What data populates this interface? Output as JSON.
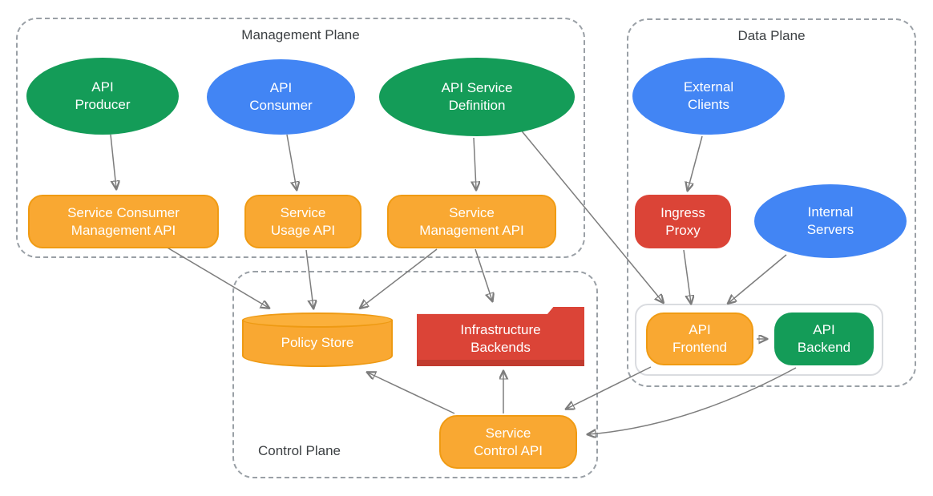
{
  "colors": {
    "green": "#149C58",
    "blue": "#4285F4",
    "red": "#DB4437",
    "orange": "#F9A832",
    "line": "#7d7d7d",
    "dash": "#9AA0A6",
    "title": "#3C4043"
  },
  "planes": {
    "management": {
      "label": "Management Plane"
    },
    "data": {
      "label": "Data Plane"
    },
    "control": {
      "label": "Control Plane"
    }
  },
  "nodes": {
    "api_producer": {
      "label": "API\nProducer",
      "shape": "ellipse",
      "color": "green"
    },
    "api_consumer": {
      "label": "API\nConsumer",
      "shape": "ellipse",
      "color": "blue"
    },
    "api_service_definition": {
      "label": "API Service\nDefinition",
      "shape": "ellipse",
      "color": "green"
    },
    "external_clients": {
      "label": "External\nClients",
      "shape": "ellipse",
      "color": "blue"
    },
    "internal_servers": {
      "label": "Internal\nServers",
      "shape": "ellipse",
      "color": "blue"
    },
    "service_consumer_management_api": {
      "label": "Service Consumer\nManagement API",
      "shape": "rounded-rect",
      "color": "orange"
    },
    "service_usage_api": {
      "label": "Service\nUsage API",
      "shape": "rounded-rect",
      "color": "orange"
    },
    "service_management_api": {
      "label": "Service\nManagement API",
      "shape": "rounded-rect",
      "color": "orange"
    },
    "ingress_proxy": {
      "label": "Ingress\nProxy",
      "shape": "rounded-rect",
      "color": "red"
    },
    "api_frontend": {
      "label": "API\nFrontend",
      "shape": "rounded-rect",
      "color": "orange"
    },
    "api_backend": {
      "label": "API\nBackend",
      "shape": "rounded-rect",
      "color": "green"
    },
    "policy_store": {
      "label": "Policy Store",
      "shape": "cylinder",
      "color": "orange"
    },
    "infrastructure_backends": {
      "label": "Infrastructure\nBackends",
      "shape": "folder",
      "color": "red"
    },
    "service_control_api": {
      "label": "Service\nControl API",
      "shape": "rounded-rect",
      "color": "orange"
    }
  },
  "edges": [
    {
      "from": "api_producer",
      "to": "service_consumer_management_api"
    },
    {
      "from": "api_consumer",
      "to": "service_usage_api"
    },
    {
      "from": "api_service_definition",
      "to": "service_management_api"
    },
    {
      "from": "api_service_definition",
      "to": "api_frontend"
    },
    {
      "from": "external_clients",
      "to": "ingress_proxy"
    },
    {
      "from": "ingress_proxy",
      "to": "api_frontend"
    },
    {
      "from": "internal_servers",
      "to": "api_frontend"
    },
    {
      "from": "api_frontend",
      "to": "api_backend"
    },
    {
      "from": "service_consumer_management_api",
      "to": "policy_store"
    },
    {
      "from": "service_usage_api",
      "to": "policy_store"
    },
    {
      "from": "service_management_api",
      "to": "policy_store"
    },
    {
      "from": "service_management_api",
      "to": "infrastructure_backends"
    },
    {
      "from": "service_control_api",
      "to": "policy_store"
    },
    {
      "from": "service_control_api",
      "to": "infrastructure_backends"
    },
    {
      "from": "api_frontend",
      "to": "service_control_api"
    },
    {
      "from": "api_backend",
      "to": "service_control_api"
    }
  ]
}
